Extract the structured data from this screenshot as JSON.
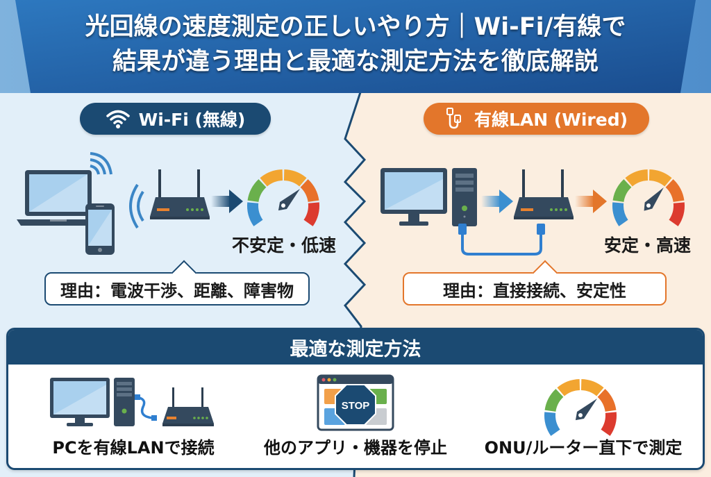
{
  "header": {
    "title_line1": "光回線の速度測定の正しいやり方｜Wi-Fi/有線で",
    "title_line2": "結果が違う理由と最適な測定方法を徹底解説"
  },
  "wifi_section": {
    "pill_label": "Wi-Fi (無線)",
    "pill_icon": "wifi-icon",
    "result_label": "不安定・低速",
    "reason": "理由：電波干渉、距離、障害物",
    "icons": [
      "laptop-icon",
      "smartphone-icon",
      "wifi-waves-icon",
      "router-icon",
      "arrow-right-icon",
      "speedometer-icon"
    ]
  },
  "wired_section": {
    "pill_label": "有線LAN (Wired)",
    "pill_icon": "cable-icon",
    "result_label": "安定・高速",
    "reason": "理由：直接接続、安定性",
    "icons": [
      "desktop-pc-icon",
      "arrow-right-icon",
      "router-icon",
      "lan-cable-icon",
      "speedometer-icon"
    ]
  },
  "methods": {
    "title": "最適な測定方法",
    "items": [
      {
        "label": "PCを有線LANで接続",
        "icon": "pc-wired-router-icon"
      },
      {
        "label": "他のアプリ・機器を停止",
        "icon": "stop-sign-window-icon",
        "icon_text": "STOP"
      },
      {
        "label": "ONU/ルーター直下で測定",
        "icon": "speedometer-icon"
      }
    ]
  },
  "colors": {
    "navy": "#1b4a72",
    "orange": "#e3762b",
    "wifi_bg": "#e2eff9",
    "wired_bg": "#fbeee0",
    "gauge_blue": "#3b8fd0",
    "gauge_green": "#6ab04c",
    "gauge_yellow": "#f2a531",
    "gauge_orange": "#e8712a",
    "gauge_red": "#dc3b2f"
  }
}
